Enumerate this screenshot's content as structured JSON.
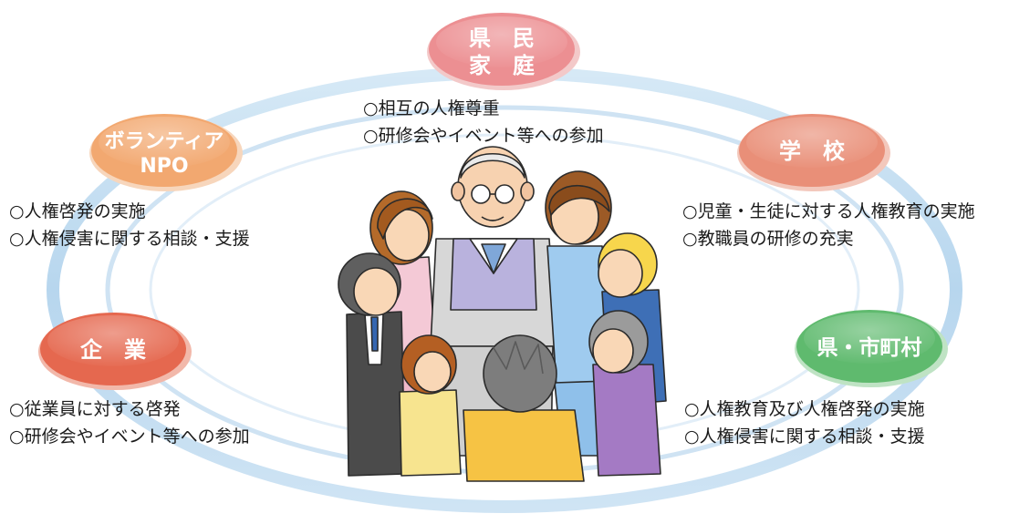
{
  "colors": {
    "ring": "#bcd9ee",
    "ring_dark": "#a7cbe6",
    "kenmin": "#ec8f92",
    "volunteer": "#f2a870",
    "school": "#e98f78",
    "company": "#e5684f",
    "municipality": "#5fba6e"
  },
  "groups": {
    "kenmin": {
      "title_lines": [
        "県　民",
        "家　庭"
      ],
      "items": [
        "○相互の人権尊重",
        "○研修会やイベント等への参加"
      ]
    },
    "volunteer": {
      "title_lines": [
        "ボランティア",
        "NPO"
      ],
      "items": [
        "○人権啓発の実施",
        "○人権侵害に関する相談・支援"
      ]
    },
    "school": {
      "title_lines": [
        "学　校"
      ],
      "items": [
        "○児童・生徒に対する人権教育の実施",
        "○教職員の研修の充実"
      ]
    },
    "company": {
      "title_lines": [
        "企　業"
      ],
      "items": [
        "○従業員に対する啓発",
        "○研修会やイベント等への参加"
      ]
    },
    "municipality": {
      "title_lines": [
        "県・市町村"
      ],
      "items": [
        "○人権教育及び人権啓発の実施",
        "○人権侵害に関する相談・支援"
      ]
    }
  },
  "illustration": {
    "icon": "people-circle-illustration"
  }
}
